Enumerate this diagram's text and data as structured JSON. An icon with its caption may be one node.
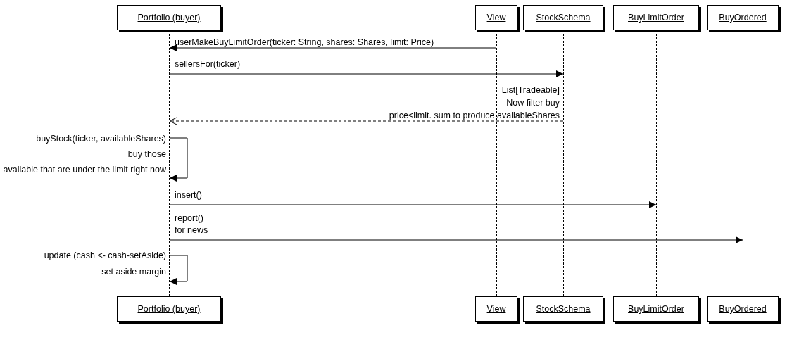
{
  "diagram": {
    "nodes": [
      {
        "text": [
          "Portfolio (buyer)"
        ]
      },
      {
        "text": [
          "View"
        ]
      },
      {
        "text": [
          "StockSchema"
        ]
      },
      {
        "text": [
          "BuyLimitOrder"
        ]
      },
      {
        "text": [
          "BuyOrdered"
        ]
      },
      {
        "text": [],
        "shape": "line"
      },
      {
        "text": [],
        "shape": "line"
      },
      {
        "text": [],
        "shape": "line"
      },
      {
        "text": [],
        "shape": "line"
      },
      {
        "text": [],
        "shape": "line"
      },
      {
        "text": [
          "Portfolio (buyer)"
        ]
      },
      {
        "text": [
          "View"
        ]
      },
      {
        "text": [
          "StockSchema"
        ]
      },
      {
        "text": [
          "BuyLimitOrder"
        ]
      },
      {
        "text": [
          "BuyOrdered"
        ]
      }
    ],
    "edges": [
      {
        "from": 6,
        "to": 5,
        "arrow": "to",
        "label": "userMakeBuyLimitOrder(ticker: String, shares: Shares, limit: Price)"
      },
      {
        "from": 5,
        "to": 7,
        "arrow": "to",
        "label": "sellersFor(ticker)"
      },
      {
        "from": 7,
        "to": 5,
        "arrow": "to",
        "style": "dashed",
        "label": "List[Tradeable] Now filter buy price<limit. sum to produce availableShares"
      },
      {
        "from": 5,
        "to": 5,
        "arrow": "to",
        "label": "buyStock(ticker, availableShares) buy those available that are under the limit right now"
      },
      {
        "from": 5,
        "to": 8,
        "arrow": "to",
        "label": "insert()"
      },
      {
        "from": 5,
        "to": 9,
        "arrow": "to",
        "label": "report() for news"
      },
      {
        "from": 5,
        "to": 5,
        "arrow": "to",
        "label": "update (cash <- cash-setAside) set aside margin"
      }
    ]
  }
}
